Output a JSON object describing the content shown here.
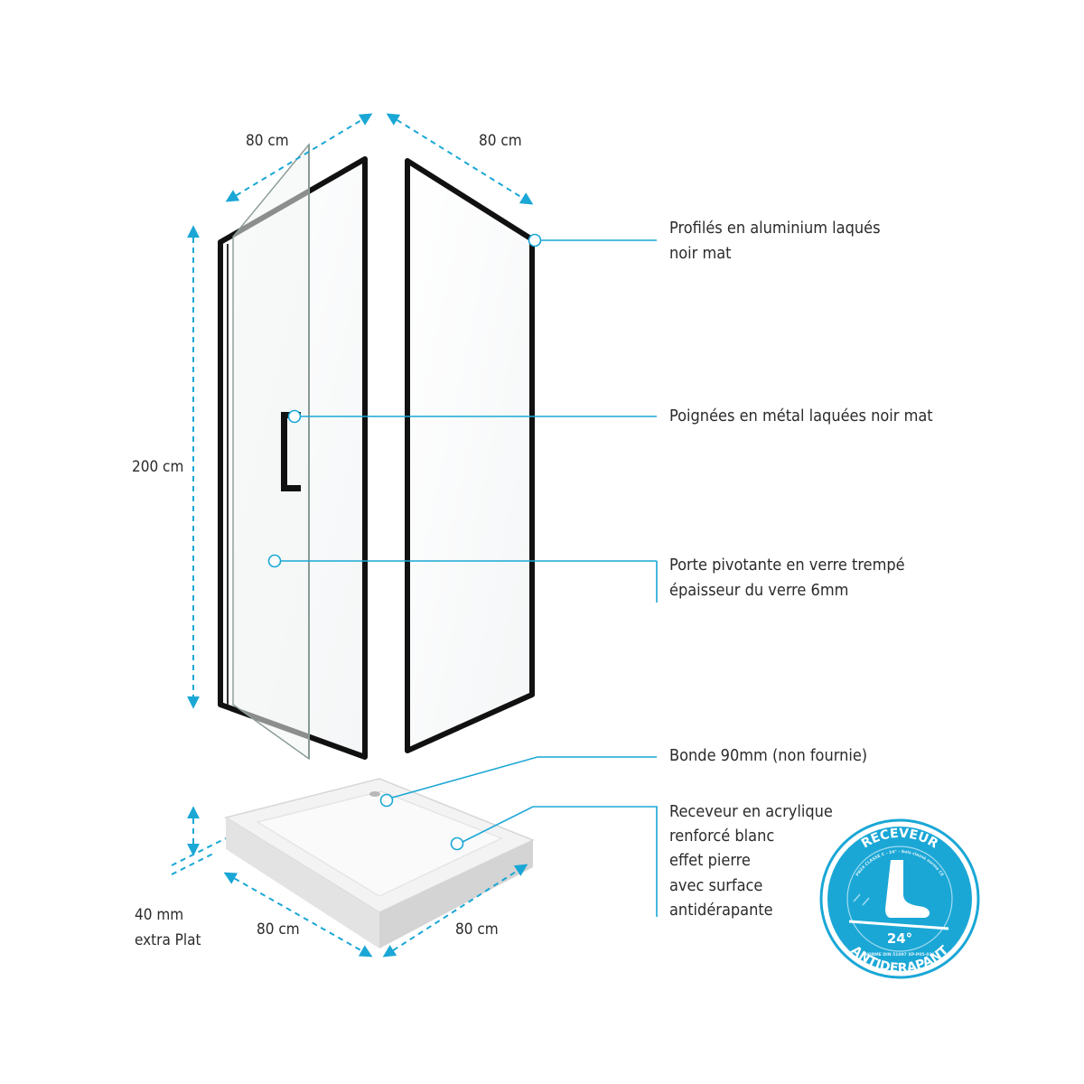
{
  "dimensions": {
    "door_width": "80 cm",
    "panel_width": "80 cm",
    "height": "200 cm",
    "tray_width_left": "80 cm",
    "tray_width_right": "80 cm",
    "tray_thickness_line1": "40 mm",
    "tray_thickness_line2": "extra Plat"
  },
  "callouts": {
    "profiles": {
      "line1": "Profilés en aluminium laqués",
      "line2": "noir mat"
    },
    "handles": {
      "line1": "Poignées en métal laquées noir mat"
    },
    "door": {
      "line1": "Porte pivotante en verre trempé",
      "line2": "épaisseur du verre 6mm"
    },
    "drain": {
      "line1": "Bonde 90mm (non fournie)"
    },
    "tray": {
      "line1": "Receveur en acrylique",
      "line2": "renforcé blanc",
      "line3": "effet pierre",
      "line4": "avec surface",
      "line5": "antidérapante"
    }
  },
  "badge": {
    "top": "RECEVEUR",
    "angle": "24°",
    "bottom": "ANTIDERAPANT",
    "norm_top": "PN24 CLASSE C - 24° - Sols classé norme CE",
    "norm_bottom": "NORME DIN 51097 XP-P05-011"
  },
  "colors": {
    "accent": "#1aa7d6",
    "frame": "#111111",
    "text": "#2b2b2b"
  }
}
